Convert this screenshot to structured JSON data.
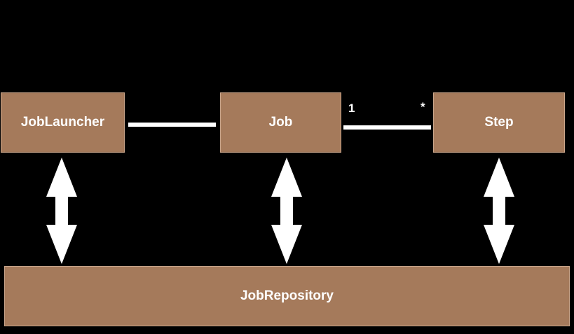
{
  "colors": {
    "background": "#000000",
    "box_fill": "#a57a5b",
    "box_border": "#c9a58a",
    "line": "#ffffff",
    "arrow": "#ffffff"
  },
  "nodes": {
    "job_launcher": "JobLauncher",
    "job": "Job",
    "step": "Step",
    "job_repository": "JobRepository"
  },
  "edges": [
    {
      "from": "job_launcher",
      "to": "job",
      "kind": "association"
    },
    {
      "from": "job",
      "to": "step",
      "kind": "association",
      "source_multiplicity": "1",
      "target_multiplicity": "*"
    },
    {
      "from": "job_launcher",
      "to": "job_repository",
      "kind": "bidirectional"
    },
    {
      "from": "job",
      "to": "job_repository",
      "kind": "bidirectional"
    },
    {
      "from": "step",
      "to": "job_repository",
      "kind": "bidirectional"
    }
  ]
}
